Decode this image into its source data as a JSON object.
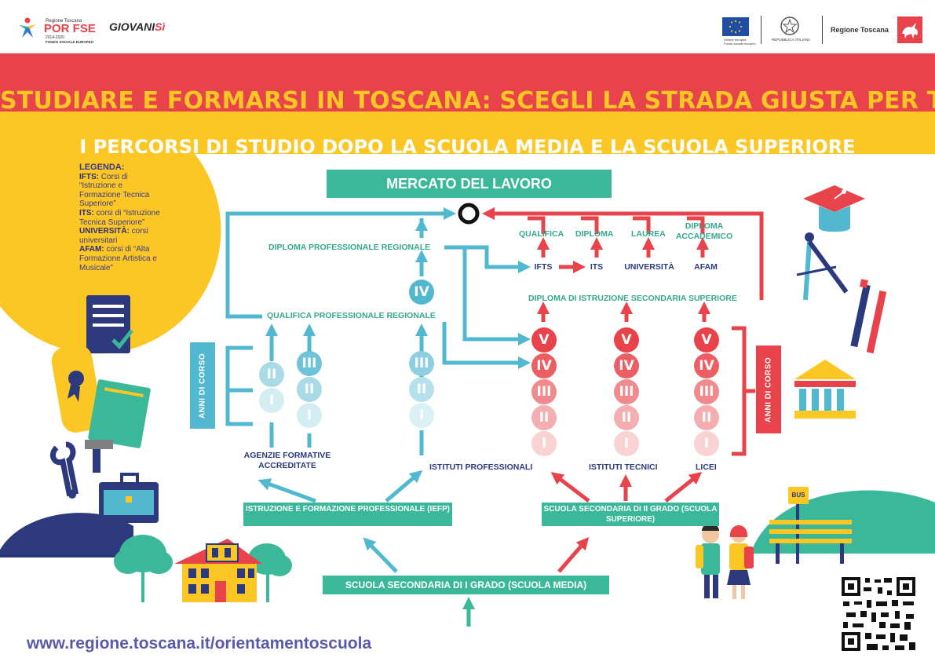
{
  "header": {
    "logo_small": "Regione Toscana",
    "logo_main": "POR FSE",
    "logo_years": "2014-2020",
    "logo_fund": "FONDO SOCIALE EUROPEO",
    "giovani": "GIOVANI",
    "giovani_si": "Sì",
    "eu_text1": "Unione europea",
    "eu_text2": "Fondo sociale europeo",
    "repubblica": "REPUBBLICA ITALIANA",
    "regione": "Regione Toscana"
  },
  "titles": {
    "main": "STUDIARE E FORMARSI IN TOSCANA: SCEGLI LA STRADA GIUSTA PER TE",
    "sub": "I PERCORSI DI STUDIO DOPO LA SCUOLA MEDIA E LA SCUOLA SUPERIORE"
  },
  "legend": {
    "title": "LEGENDA:",
    "items": [
      {
        "term": "IFTS:",
        "desc": " Corsi di “Istruzione e Formazione Tecnica Superiore”"
      },
      {
        "term": "ITS:",
        "desc": " corsi di “Istruzione Tecnica Superiore”"
      },
      {
        "term": "UNIVERSITÀ:",
        "desc": " corsi universitari"
      },
      {
        "term": "AFAM:",
        "desc": " corsi di “Alta Formazione Artistica e Musicale”"
      }
    ]
  },
  "diagram": {
    "mercato": "MERCATO DEL LAVORO",
    "diploma_prof_reg": "DIPLOMA PROFESSIONALE REGIONALE",
    "qualifica_prof_reg": "QUALIFICA PROFESSIONALE REGIONALE",
    "diploma_istr_sec": "DIPLOMA DI ISTRUZIONE SECONDARIA SUPERIORE",
    "anni_di_corso": "ANNI DI CORSO",
    "top_outcomes": [
      "QUALIFICA",
      "DIPLOMA",
      "LAUREA",
      "DIPLOMA ACCADEMICO"
    ],
    "post_diploma": [
      "IFTS",
      "ITS",
      "UNIVERSITÀ",
      "AFAM"
    ],
    "agenzie": "AGENZIE FORMATIVE ACCREDITATE",
    "ist_prof": "ISTITUTI PROFESSIONALI",
    "ist_tec": "ISTITUTI TECNICI",
    "licei": "LICEI",
    "iefp": "ISTRUZIONE E FORMAZIONE PROFESSIONALE (IEFP)",
    "sec2": "SCUOLA SECONDARIA DI II GRADO (SCUOLA SUPERIORE)",
    "sec1": "SCUOLA SECONDARIA DI I GRADO (SCUOLA MEDIA)",
    "years": [
      "I",
      "II",
      "III",
      "IV",
      "V"
    ],
    "bus": "BUS"
  },
  "footer": {
    "url": "www.regione.toscana.it/orientamentoscuola"
  },
  "colors": {
    "red": "#e8434a",
    "yellow": "#fcc624",
    "teal": "#3bb89a",
    "blue": "#52b8d0",
    "navy": "#2c3a7d"
  }
}
